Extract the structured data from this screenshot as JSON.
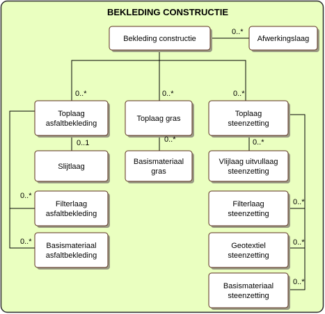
{
  "diagram": {
    "title": "BEKLEDING CONSTRUCTIE",
    "colors": {
      "background": "#eaffc0",
      "border": "#2a2a2a",
      "box_border": "#5a2e1c",
      "shadow": "#9a9a84"
    },
    "nodes": [
      {
        "id": "bekleding-constructie",
        "lines": [
          "Bekleding constructie"
        ]
      },
      {
        "id": "afwerkingslaag",
        "lines": [
          "Afwerkingslaag"
        ]
      },
      {
        "id": "toplaag-asfaltbekleding",
        "lines": [
          "Toplaag",
          "asfaltbekleding"
        ]
      },
      {
        "id": "toplaag-gras",
        "lines": [
          "Toplaag gras"
        ]
      },
      {
        "id": "toplaag-steenzetting",
        "lines": [
          "Toplaag",
          "steenzetting"
        ]
      },
      {
        "id": "slijtlaag",
        "lines": [
          "Slijtlaag"
        ]
      },
      {
        "id": "basismateriaal-gras",
        "lines": [
          "Basismateriaal",
          "gras"
        ]
      },
      {
        "id": "vlijlaag-uitvullaag-steenzetting",
        "lines": [
          "Vlijlaag uitvullaag",
          "steenzetting"
        ]
      },
      {
        "id": "filterlaag-asfaltbekleding",
        "lines": [
          "Filterlaag",
          "asfaltbekleding"
        ]
      },
      {
        "id": "basismateriaal-asfaltbekleding",
        "lines": [
          "Basismateriaal",
          "asfaltbekleding"
        ]
      },
      {
        "id": "filterlaag-steenzetting",
        "lines": [
          "Filterlaag",
          "steenzetting"
        ]
      },
      {
        "id": "geotextiel-steenzetting",
        "lines": [
          "Geotextiel",
          "steenzetting"
        ]
      },
      {
        "id": "basismateriaal-steenzetting",
        "lines": [
          "Basismateriaal",
          "steenzetting"
        ]
      }
    ],
    "edges": [
      {
        "from": "bekleding-constructie",
        "to": "afwerkingslaag",
        "multiplicity": "0..*"
      },
      {
        "from": "bekleding-constructie",
        "to": "toplaag-asfaltbekleding",
        "multiplicity": "0..*"
      },
      {
        "from": "bekleding-constructie",
        "to": "toplaag-gras",
        "multiplicity": "0..*"
      },
      {
        "from": "bekleding-constructie",
        "to": "toplaag-steenzetting",
        "multiplicity": "0..*"
      },
      {
        "from": "toplaag-asfaltbekleding",
        "to": "slijtlaag",
        "multiplicity": "0..1"
      },
      {
        "from": "toplaag-asfaltbekleding",
        "to": "filterlaag-asfaltbekleding",
        "multiplicity": "0..*"
      },
      {
        "from": "toplaag-asfaltbekleding",
        "to": "basismateriaal-asfaltbekleding",
        "multiplicity": "0..*"
      },
      {
        "from": "toplaag-gras",
        "to": "basismateriaal-gras",
        "multiplicity": "0..*"
      },
      {
        "from": "toplaag-steenzetting",
        "to": "vlijlaag-uitvullaag-steenzetting",
        "multiplicity": "0..*"
      },
      {
        "from": "toplaag-steenzetting",
        "to": "filterlaag-steenzetting",
        "multiplicity": "0..*"
      },
      {
        "from": "toplaag-steenzetting",
        "to": "geotextiel-steenzetting",
        "multiplicity": "0..*"
      },
      {
        "from": "toplaag-steenzetting",
        "to": "basismateriaal-steenzetting",
        "multiplicity": "0..*"
      }
    ]
  }
}
